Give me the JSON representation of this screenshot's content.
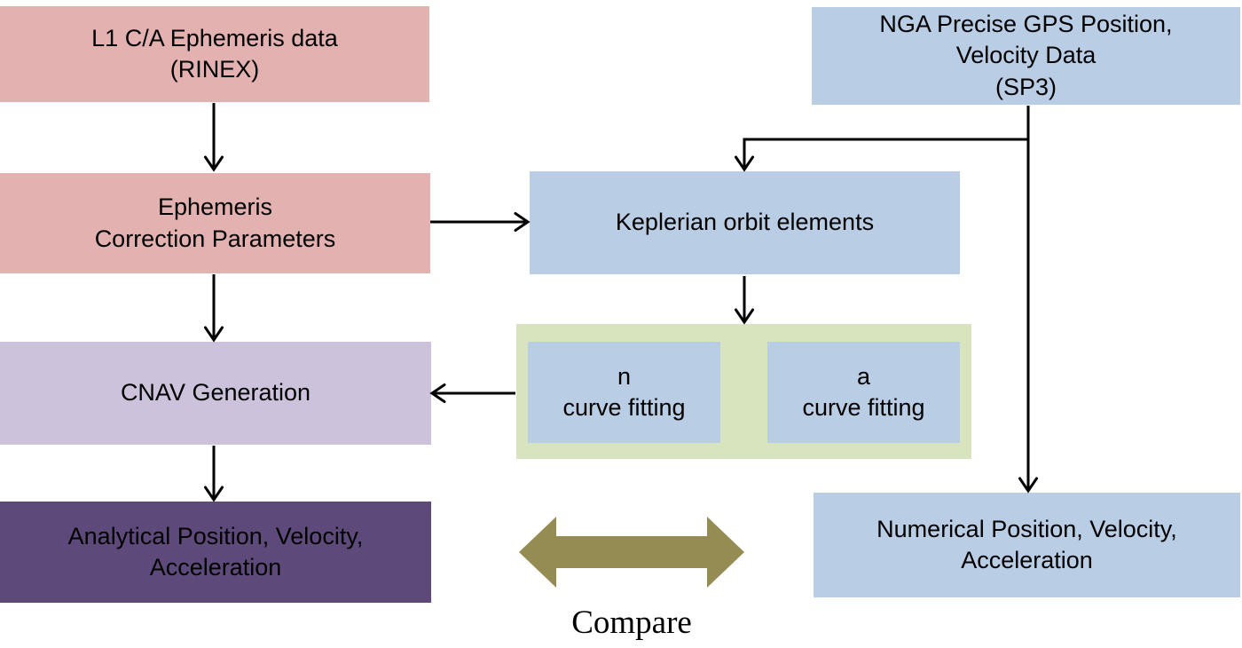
{
  "nodes": {
    "l1_ephemeris": {
      "lines": [
        "L1 C/A Ephemeris data",
        "(RINEX)"
      ],
      "fill": "pink"
    },
    "nga_precise": {
      "lines": [
        "NGA Precise GPS Position,",
        "Velocity Data",
        "(SP3)"
      ],
      "fill": "blue"
    },
    "ephemeris_correction": {
      "lines": [
        "Ephemeris",
        "Correction Parameters"
      ],
      "fill": "pink"
    },
    "keplerian": {
      "lines": [
        "Keplerian orbit elements"
      ],
      "fill": "blue"
    },
    "curve_fitting_group": {
      "lines": [],
      "fill": "green_container"
    },
    "n_curve_fitting": {
      "lines": [
        "n",
        "curve fitting"
      ],
      "fill": "blue"
    },
    "a_curve_fitting": {
      "lines": [
        "a",
        "curve fitting"
      ],
      "fill": "blue"
    },
    "cnav_generation": {
      "lines": [
        "CNAV Generation"
      ],
      "fill": "lavender"
    },
    "analytical_output": {
      "lines": [
        "Analytical Position, Velocity,",
        "Acceleration"
      ],
      "fill": "dark_purple"
    },
    "numerical_output": {
      "lines": [
        "Numerical Position, Velocity,",
        "Acceleration"
      ],
      "fill": "blue"
    }
  },
  "labels": {
    "compare": "Compare"
  },
  "colors": {
    "pink": "#E3B1AF",
    "blue": "#B9CDE5",
    "lavender": "#CDC2DB",
    "dark_purple": "#5E4A7A",
    "green_container": "#D8E4BD",
    "olive_arrow": "#958C54",
    "connector": "#000000",
    "text": "#000000",
    "background": "#FFFFFF"
  }
}
